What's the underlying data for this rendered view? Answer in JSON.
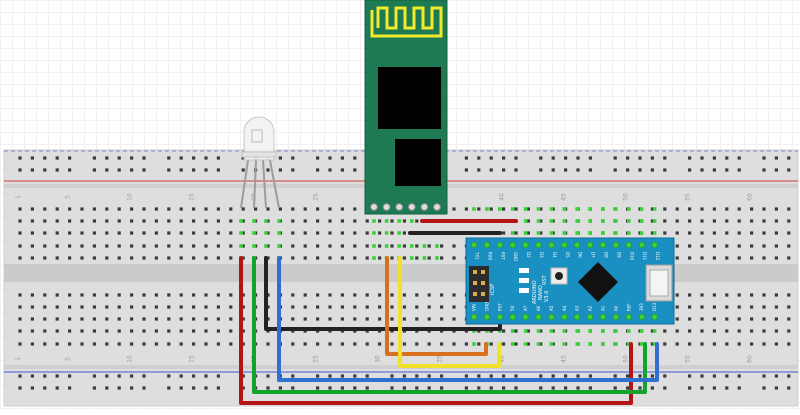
{
  "breadboard": {
    "column_numbers": [
      "1",
      "5",
      "10",
      "15",
      "20",
      "25",
      "30",
      "35",
      "40",
      "45",
      "50",
      "55",
      "60"
    ]
  },
  "arduino": {
    "name_line1": "ARDUINO",
    "name_line2": "NANO",
    "version": "V3.0",
    "top_pins": [
      "D12",
      "D11",
      "D10",
      "D9",
      "D8",
      "D7",
      "D6",
      "D5",
      "D4",
      "D3",
      "D2",
      "GND",
      "RST",
      "RX0",
      "TX1"
    ],
    "bottom_pins": [
      "VIN",
      "GND",
      "RST",
      "5V",
      "A7",
      "A6",
      "A5",
      "A4",
      "A3",
      "A2",
      "A1",
      "A0",
      "REF",
      "3V3",
      "D13"
    ],
    "icsp_label": "ICSP",
    "rst_label": "RST"
  },
  "colors": {
    "breadboard": "#dedede",
    "power_red": "#d23c3c",
    "power_blue": "#3c5ad2",
    "arduino_pcb": "#1a8fc2",
    "bt_module": "#1d7a52",
    "bt_antenna": "#f2ea2a",
    "wire_red": "#b31515",
    "wire_black": "#222222",
    "wire_green": "#11a32a",
    "wire_blue": "#2f6fd0",
    "wire_orange": "#d8701e",
    "wire_yellow": "#f0e228"
  }
}
